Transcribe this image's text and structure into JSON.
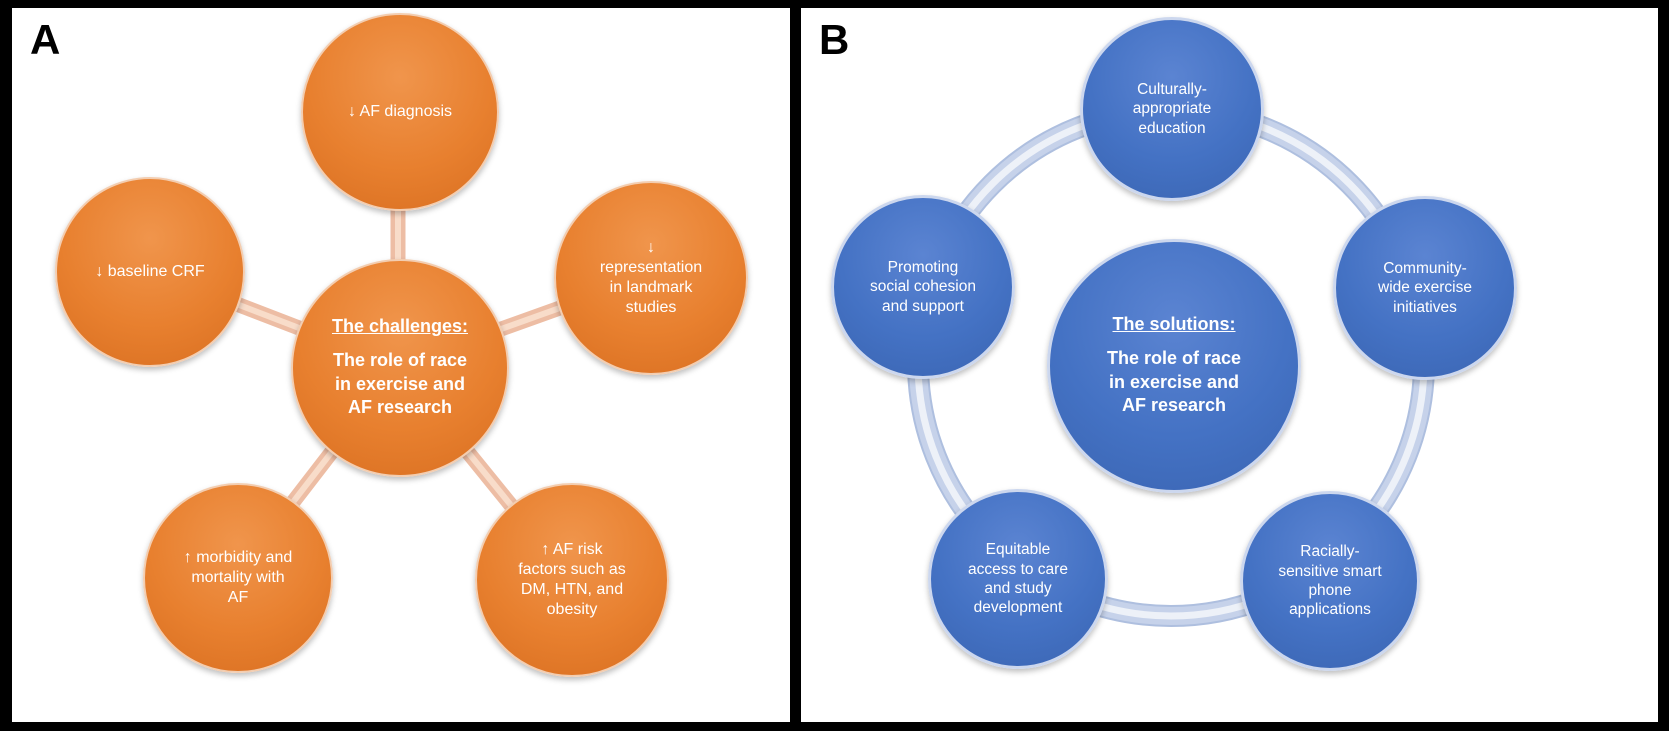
{
  "colors": {
    "background": "#000000",
    "panel_background": "#FFFFFF",
    "panel_a_node": "#E8802F",
    "panel_a_spoke": "#F0C2A8",
    "panel_b_node": "#4472C4",
    "panel_b_ring": "#C6D2EA",
    "text": "#FFFFFF"
  },
  "panel_a": {
    "label": "A",
    "center": {
      "heading": "The challenges:",
      "body": "The role of race\nin exercise and\nAF research"
    },
    "nodes": [
      {
        "label": "↓ AF diagnosis"
      },
      {
        "label": "↓ baseline CRF"
      },
      {
        "label": "↓\nrepresentation\nin landmark\nstudies"
      },
      {
        "label": "↑ morbidity and\nmortality with\nAF"
      },
      {
        "label": "↑ AF risk\nfactors such as\nDM, HTN, and\nobesity"
      }
    ]
  },
  "panel_b": {
    "label": "B",
    "center": {
      "heading": "The solutions:",
      "body": "The role of race\nin exercise and\nAF research"
    },
    "nodes": [
      {
        "label": "Culturally-\nappropriate\neducation"
      },
      {
        "label": "Promoting\nsocial cohesion\nand support"
      },
      {
        "label": "Community-\nwide exercise\ninitiatives"
      },
      {
        "label": "Equitable\naccess to care\nand study\ndevelopment"
      },
      {
        "label": "Racially-\nsensitive smart\nphone\napplications"
      }
    ]
  }
}
